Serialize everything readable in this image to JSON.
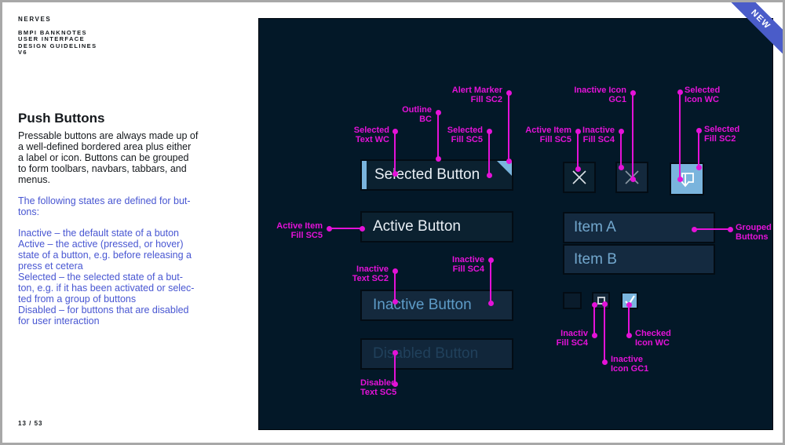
{
  "ribbon": {
    "label": "NEW",
    "color": "#4a5cc9"
  },
  "left": {
    "brand": "NERVES",
    "doc_title": "BMPI BANKNOTES\nUSER INTERFACE\nDESIGN GUIDELINES\nV6",
    "heading": "Push Buttons",
    "intro": "Pressable buttons are always made up of\na well-defined bordered area plus either\na label or icon. Buttons can be grouped\nto form toolbars, navbars, tabbars, and\nmenus.",
    "states_intro": "The following states are defined for but-\ntons:",
    "states_list": "Inactive – the default state of a buton\nActive – the active (pressed, or hover)\nstate of a button, e.g. before releasing a\npress et cetera\nSelected – the selected state of a but-\nton, e.g. if it has been activated or selec-\nted from a group of buttons\nDisabled – for buttons that are disabled\nfor user interaction",
    "page_number": "13 / 53"
  },
  "panel": {
    "colors": {
      "annotation_magenta": "#e412d8",
      "accent_light_blue": "#7ab4dd",
      "panel_background": "#031828"
    },
    "buttons": {
      "selected": {
        "label": "Selected Button"
      },
      "active": {
        "label": "Active Button"
      },
      "inactive": {
        "label": "Inactive Button"
      },
      "disabled": {
        "label": "Disabled Button"
      },
      "item_a": {
        "label": "Item A"
      },
      "item_b": {
        "label": "Item B"
      }
    },
    "icons": {
      "close_active": "close-icon",
      "close_inactive": "close-icon",
      "import_selected": "import-icon",
      "square_inactive": "square-icon",
      "check": "check-icon"
    },
    "annotations": {
      "selected_text_wc": "Selected\nText WC",
      "outline_bc": "Outline\nBC",
      "alert_marker_fill_sc2": "Alert Marker\nFill SC2",
      "selected_fill_sc5": "Selected\nFill SC5",
      "active_item_fill_sc5_left": "Active Item\nFill SC5",
      "inactive_text_sc2": "Inactive\nText SC2",
      "inactive_fill_sc4_left": "Inactive\nFill SC4",
      "disabled_text_sc5": "Disabled\nText SC5",
      "active_item_fill_sc5_right": "Active Item\nFill SC5",
      "inactive_fill_sc4_right": "Inactive\nFill SC4",
      "inactive_icon_gc1_top": "Inactive Icon\nGC1",
      "selected_icon_wc": "Selected\nIcon WC",
      "selected_fill_sc2": "Selected\nFill SC2",
      "grouped_buttons": "Grouped\nButtons",
      "inactiv_fill_sc4_checkbox": "Inactiv\nFill SC4",
      "inactive_icon_gc1_checkbox": "Inactive\nIcon GC1",
      "checked_icon_wc": "Checked\nIcon WC"
    }
  }
}
